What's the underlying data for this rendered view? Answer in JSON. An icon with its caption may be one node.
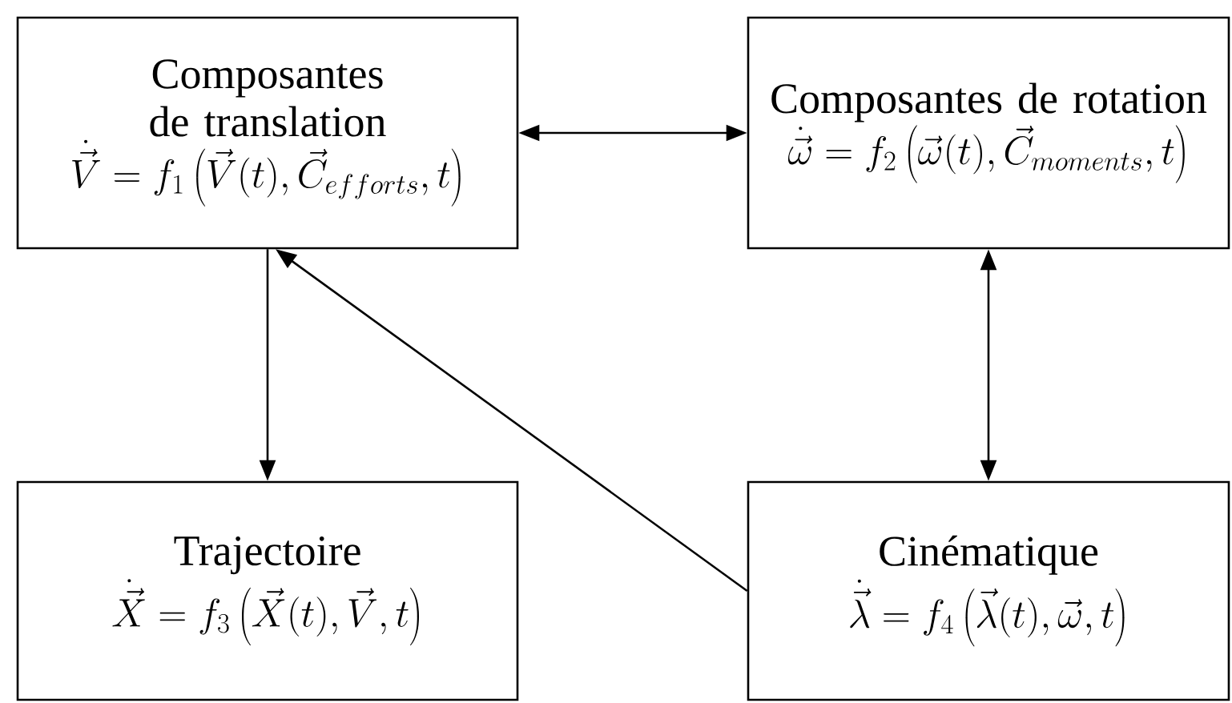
{
  "diagram": {
    "nodes": [
      {
        "text": [
          "Composantes de translation",
          "\\dot{\\vec{V}} = f_1\\left(\\vec{V}(t),\\vec{C}_{efforts},t\\right)"
        ]
      },
      {
        "text": [
          "Composantes de rotation",
          "\\dot{\\vec{\\omega}} = f_2\\left(\\vec{\\omega}(t),\\vec{C}_{moments},t\\right)"
        ]
      },
      {
        "text": [
          "Trajectoire",
          "\\dot{\\vec{X}} = f_3\\left(\\vec{X}(t),\\vec{V},t\\right)"
        ]
      },
      {
        "text": [
          "Cinématique",
          "\\dot{\\vec{\\lambda}} = f_4\\left(\\vec{\\lambda}(t),\\vec{\\omega},t\\right)"
        ]
      }
    ],
    "edges": [
      {
        "from": 0,
        "to": 1,
        "arrow": "both"
      },
      {
        "from": 1,
        "to": 3,
        "arrow": "both"
      },
      {
        "from": 0,
        "to": 2,
        "arrow": "to"
      },
      {
        "from": 3,
        "to": 0,
        "arrow": "to"
      }
    ]
  }
}
